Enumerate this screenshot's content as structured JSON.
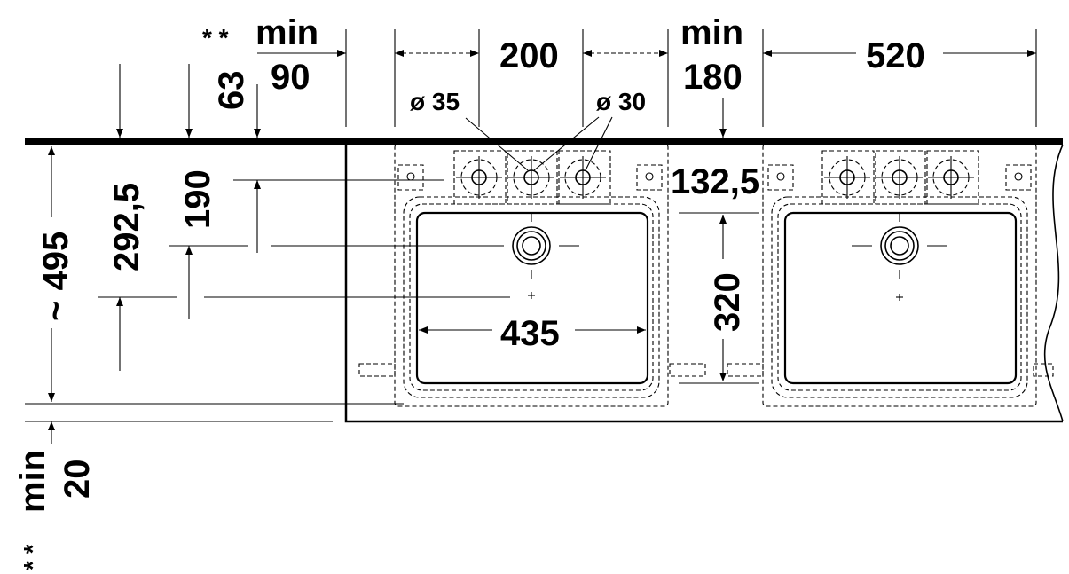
{
  "dimensions": {
    "stars_top": "* *",
    "min_90_label": "min",
    "min_90_value": "90",
    "d63": "63",
    "d200": "200",
    "min_180_label": "min",
    "min_180_value": "180",
    "d520": "520",
    "d35": "ø 35",
    "d30": "ø 30",
    "d132_5": "132,5",
    "d292_5": "292,5",
    "d190": "190",
    "d495": "~ 495",
    "d435": "435",
    "d320": "320",
    "min_20_label": "min",
    "min_20_value": "20",
    "stars_bottom": "* *"
  }
}
